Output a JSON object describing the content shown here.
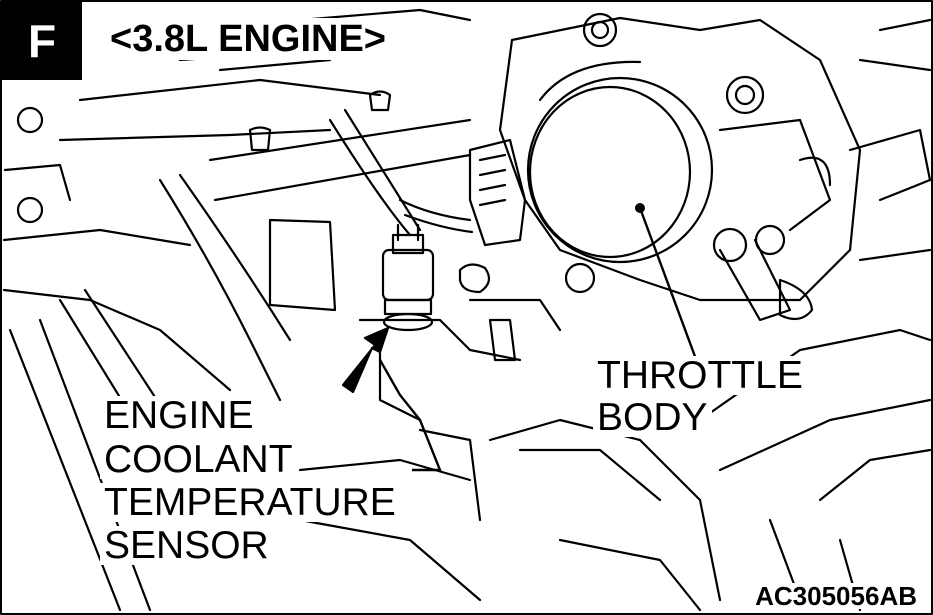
{
  "figure": {
    "badge_letter": "F",
    "engine_title": "<3.8L ENGINE>",
    "labels": {
      "throttle_body_line1": "THROTTLE",
      "throttle_body_line2": "BODY",
      "ect_line1": "ENGINE",
      "ect_line2": "COOLANT",
      "ect_line3": "TEMPERATURE",
      "ect_line4": "SENSOR"
    },
    "figure_code": "AC305056AB"
  },
  "colors": {
    "ink": "#000000",
    "paper": "#ffffff"
  }
}
